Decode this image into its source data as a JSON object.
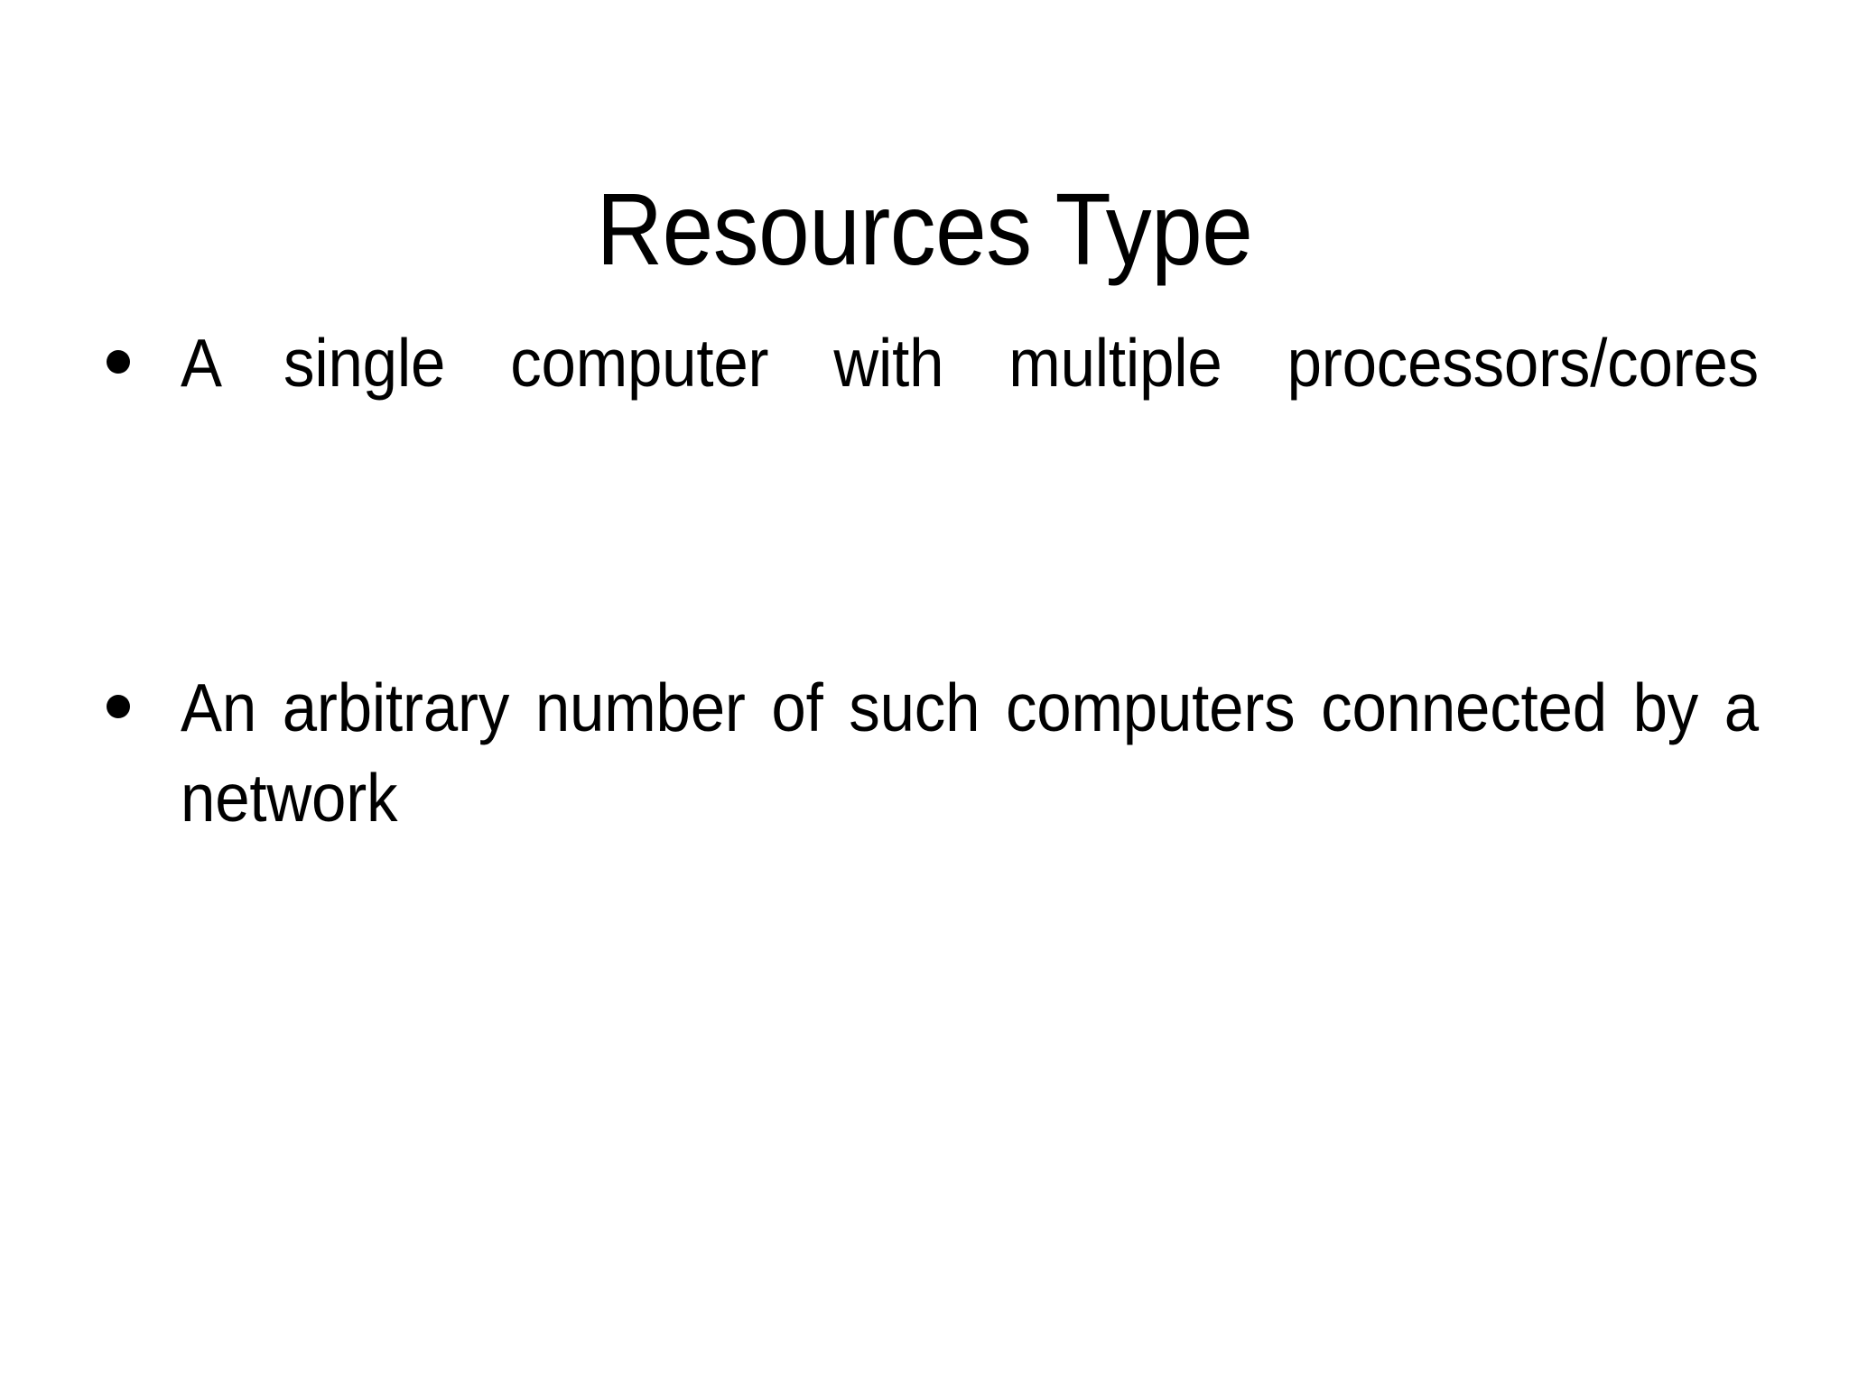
{
  "slide": {
    "background_color": "#FFFFFF",
    "text_color": "#000000",
    "title": "Resources Type",
    "bullets": [
      {
        "marker": "bullet-dot",
        "text": "A single computer with multiple processors/cores"
      },
      {
        "marker": "bullet-dot",
        "text": "An arbitrary number of such computers connected by a network"
      }
    ]
  }
}
